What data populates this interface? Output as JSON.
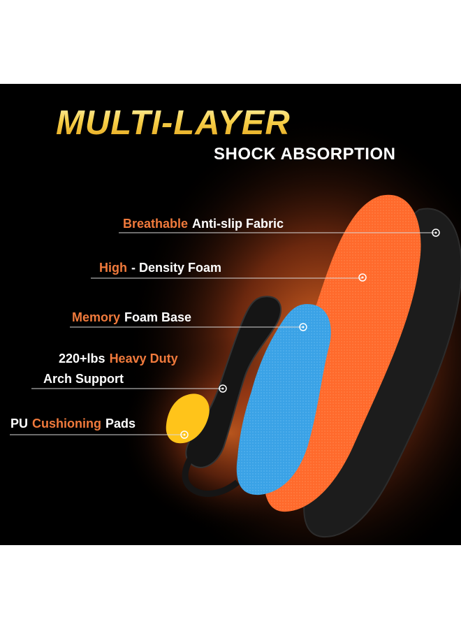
{
  "headline": "MULTI-LAYER",
  "subheadline": "SHOCK ABSORPTION",
  "labels": {
    "fabric": {
      "highlight": "Breathable",
      "text": "Anti-slip Fabric"
    },
    "foam": {
      "highlight": "High",
      "text": "- Density Foam"
    },
    "memory": {
      "highlight": "Memory",
      "text": "Foam Base"
    },
    "arch": {
      "prefix": "220+lbs",
      "highlight": "Heavy Duty",
      "line2": "Arch Support"
    },
    "pads": {
      "prefix": "PU",
      "highlight": "Cushioning",
      "text": "Pads"
    }
  },
  "colors": {
    "background": "#000000",
    "accent_orange": "#f07a3c",
    "insole_orange": "#ff6a2c",
    "foam_blue": "#3aa2e6",
    "pad_yellow": "#ffc41a",
    "base_black": "#1c1c1c"
  },
  "icons": [
    "target-marker-icon"
  ]
}
